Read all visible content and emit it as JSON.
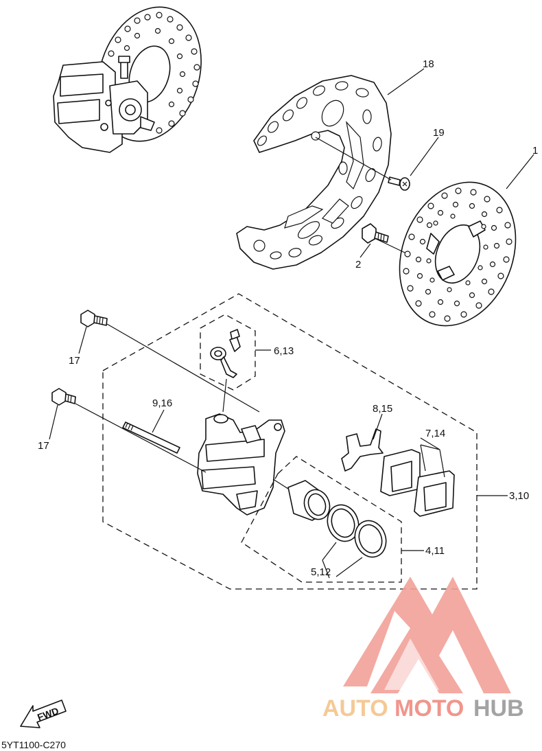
{
  "callouts": {
    "c1": "1",
    "c2": "2",
    "c18": "18",
    "c19": "19",
    "c17a": "17",
    "c17b": "17",
    "c6_13": "6,13",
    "c9_16": "9,16",
    "c8_15": "8,15",
    "c7_14": "7,14",
    "c3_10": "3,10",
    "c4_11": "4,11",
    "c5_12": "5,12"
  },
  "fwd_label": "FWD",
  "diagram_code": "5YT1100-C270",
  "watermark": {
    "part1": "AUTO",
    "part2": "MOTO",
    "part3": "HUB",
    "color1": "#f5c48a",
    "color2": "#f08a80",
    "color3": "#9a9a9a"
  }
}
